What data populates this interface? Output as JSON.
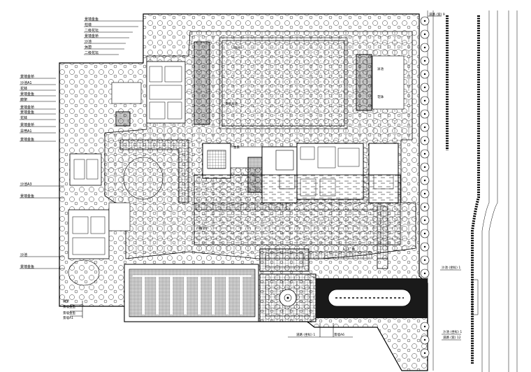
{
  "labels_top_left": [
    "景墙金鱼",
    "柱墩",
    "二级花坛",
    "景墙金桥",
    "沙池",
    "休憩",
    "二级花坛"
  ],
  "labels_left": [
    "景墙金桥",
    "沙池A1",
    "花钵",
    "景墙金鱼",
    "廊架",
    "景墙金桥",
    "景墙金鱼",
    "花钵",
    "景墙金桥",
    "旱喷A1",
    "景墙金鱼"
  ],
  "labels_left_mid": [
    "沙池A3",
    "景墙金鱼"
  ],
  "labels_left_low": [
    "沙池",
    "景墙金鱼"
  ],
  "labels_bottom_left": [
    "廊架",
    "景墙金鱼",
    "景墙金鱼",
    "景墙A1"
  ],
  "labels_inside": [
    "草坪",
    "景观大道",
    "主景",
    "花钵",
    "泳池",
    "廊架",
    "入口广场"
  ],
  "labels_right": [
    "沙池 (坐标) 1",
    "沙池 (坐标) 1",
    "道路 (宽) 12"
  ],
  "labels_bottom": [
    "道路 (坐标) 1",
    "景墙A6"
  ],
  "label_top_right": "道路 (宽) 9",
  "tree_symbol_name": "street-tree-icon",
  "fountain_symbol_name": "fountain-icon"
}
